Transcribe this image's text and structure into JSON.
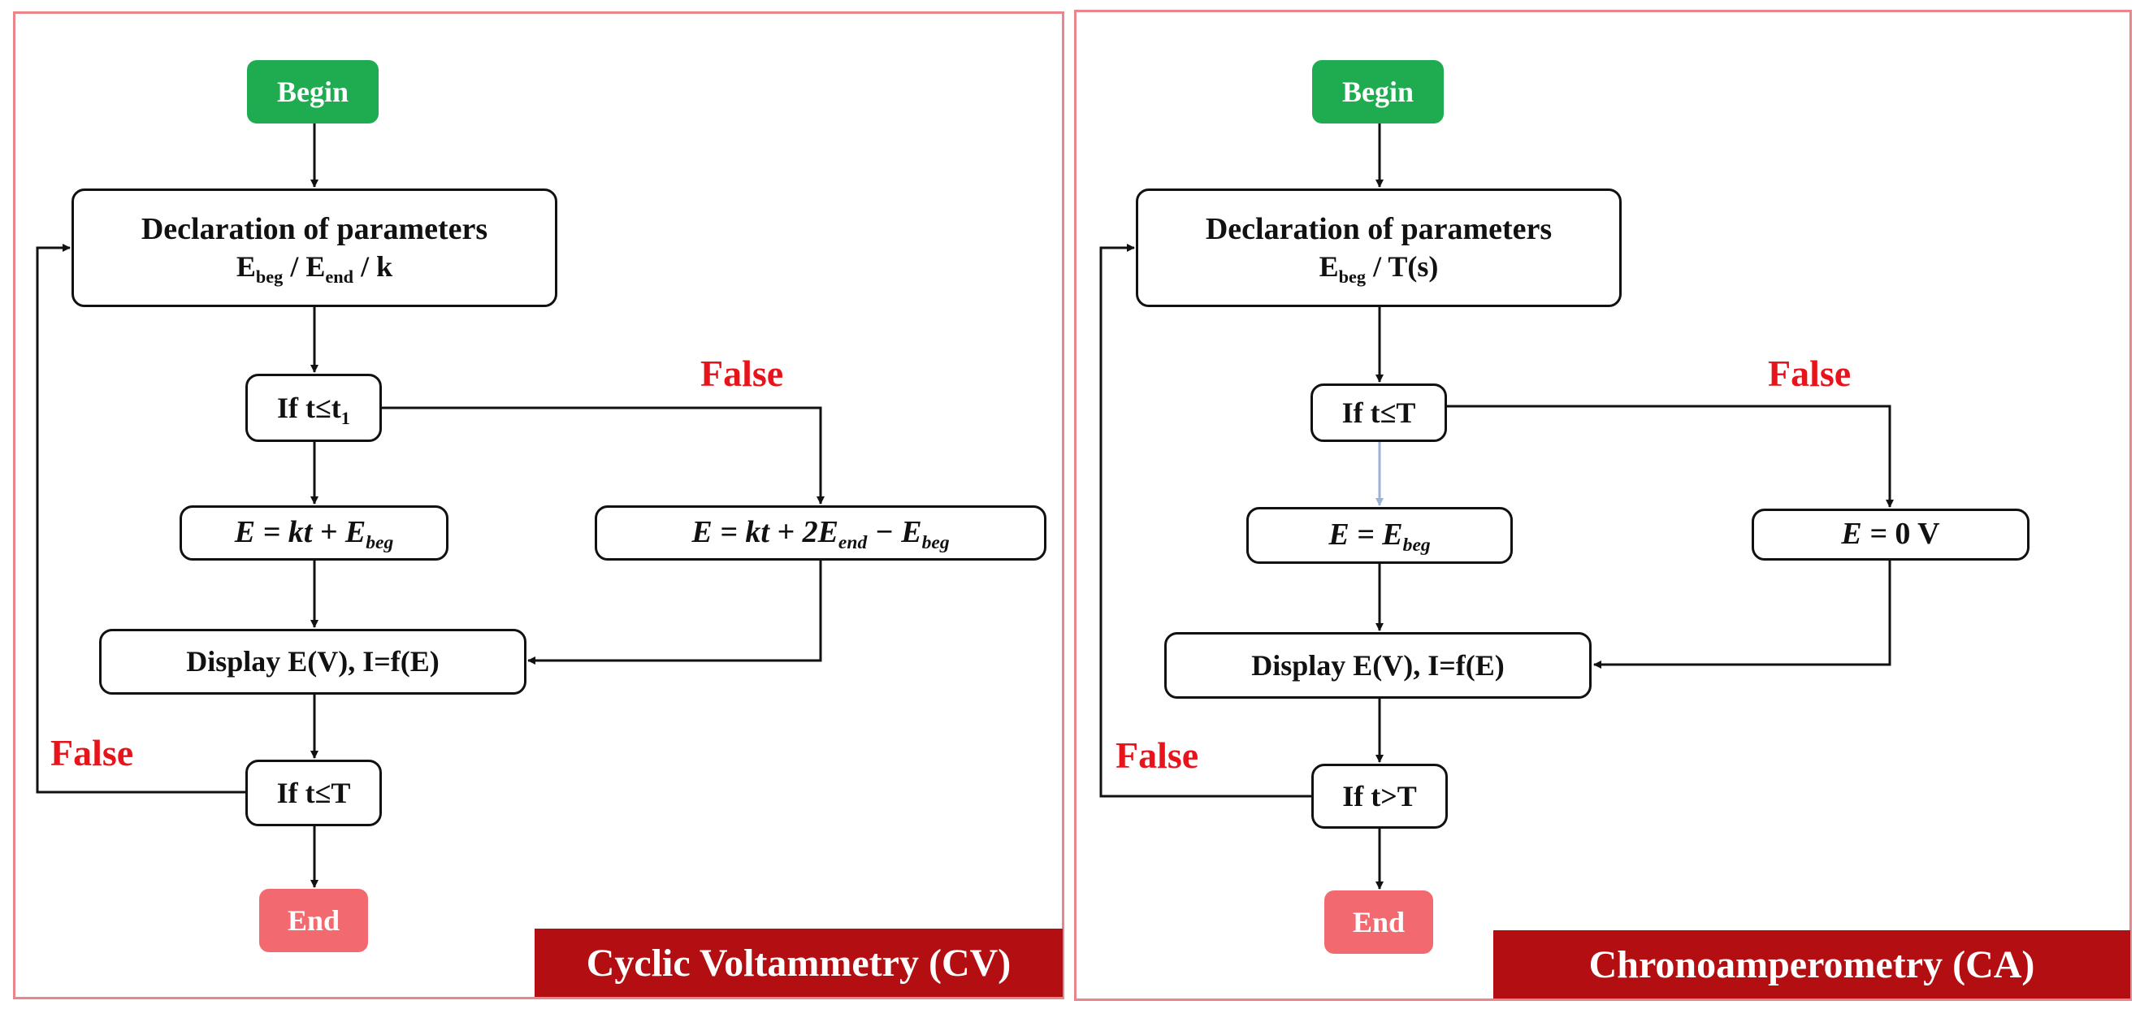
{
  "cv": {
    "begin": "Begin",
    "declaration_title": "Declaration of parameters",
    "params": {
      "p1": "E",
      "p1_sub": "beg",
      "sep1": " / ",
      "p2": "E",
      "p2_sub": "end",
      "sep2": " / ",
      "p3": "k"
    },
    "condition1": {
      "text": "If t≤t",
      "sub": "1"
    },
    "eq_true": {
      "a": "E = kt + E",
      "a_sub": "beg"
    },
    "eq_false": {
      "a": "E = kt + 2E",
      "a_sub": "end",
      "b": " − E",
      "b_sub": "beg"
    },
    "display": "Display E(V), I=f(E)",
    "condition2": "If t≤T",
    "end": "End",
    "false_label_top": "False",
    "false_label_loop": "False",
    "title": "Cyclic Voltammetry (CV)"
  },
  "ca": {
    "begin": "Begin",
    "declaration_title": "Declaration of parameters",
    "params": {
      "p1": "E",
      "p1_sub": "beg",
      "sep1": " / ",
      "p2": "T(s)"
    },
    "condition1": "If t≤T",
    "eq_true": {
      "a": "E = E",
      "a_sub": "beg"
    },
    "eq_false": {
      "a": "E = ",
      "b": "0 V"
    },
    "display": "Display E(V), I=f(E)",
    "condition2": "If t>T",
    "end": "End",
    "false_label_top": "False",
    "false_label_loop": "False",
    "title": "Chronoamperometry (CA)"
  },
  "colors": {
    "begin": "#1fac50",
    "end": "#f26a6f",
    "false_text": "#e8141b",
    "title_badge": "#b30f12",
    "panel_border": "#e9868b",
    "light_arrow": "#9bb3d6"
  }
}
